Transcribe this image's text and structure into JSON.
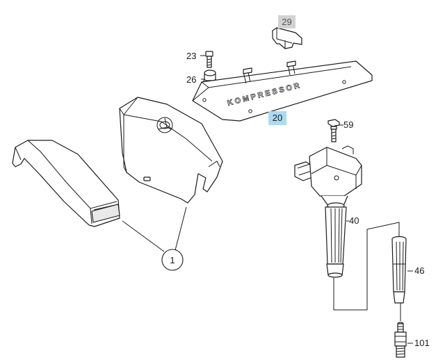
{
  "callouts": {
    "c1": "1",
    "c20": "20",
    "c23": "23",
    "c26": "26",
    "c29": "29",
    "c40": "40",
    "c46": "46",
    "c59": "59",
    "c101": "101"
  },
  "engraving": "KOMPRESSOR",
  "colors": {
    "highlight_20": "#a9dcf1",
    "highlight_29": "#d2d2d2",
    "line": "#1a1a1a"
  }
}
